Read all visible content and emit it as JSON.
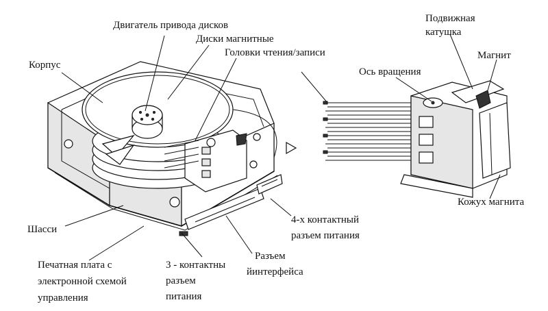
{
  "labels": {
    "motor": "Двигатель привода дисков",
    "disks": "Диски магнитные",
    "heads": "Головки чтения/записи",
    "housing": "Корпус",
    "chassis": "Шасси",
    "pcb_line1": "Печатная плата с",
    "pcb_line2": "электронной схемой",
    "pcb_line3": "управления",
    "pwr3_line1": "3 - контактны",
    "pwr3_line2": "разъем",
    "pwr3_line3": "питания",
    "iface_line1": "Разъем",
    "iface_line2": "йинтерфейса",
    "pwr4_line1": "4-х контактный",
    "pwr4_line2": "разъем питания",
    "coil_line1": "Подвижная",
    "coil_line2": "катушка",
    "magnet": "Магнит",
    "axis": "Ось вращения",
    "magnet_cover": "Кожух магнита"
  }
}
